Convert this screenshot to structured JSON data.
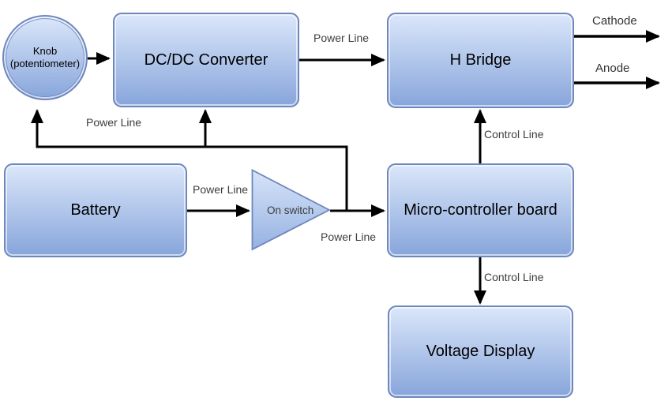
{
  "diagram": {
    "nodes": {
      "knob": {
        "line1": "Knob",
        "line2": "(potentiometer)"
      },
      "dcdc_converter": {
        "label": "DC/DC Converter"
      },
      "h_bridge": {
        "label": "H Bridge"
      },
      "battery": {
        "label": "Battery"
      },
      "on_switch": {
        "label": "On switch"
      },
      "microcontroller": {
        "label": "Micro-controller board"
      },
      "voltage_display": {
        "label": "Voltage Display"
      }
    },
    "edge_labels": {
      "converter_to_hbridge": "Power Line",
      "hbridge_cathode": "Cathode",
      "hbridge_anode": "Anode",
      "power_feedback": "Power Line",
      "battery_to_switch": "Power Line",
      "switch_to_micro": "Power Line",
      "micro_to_hbridge": "Control Line",
      "micro_to_display": "Control Line"
    },
    "colors": {
      "node_fill_top": "#dbe7fa",
      "node_fill_bottom": "#87a5db",
      "node_stroke": "#6e87bd",
      "connector": "#000000",
      "edge_label_text": "#3d3d3d",
      "canvas_background": "#ffffff"
    }
  }
}
